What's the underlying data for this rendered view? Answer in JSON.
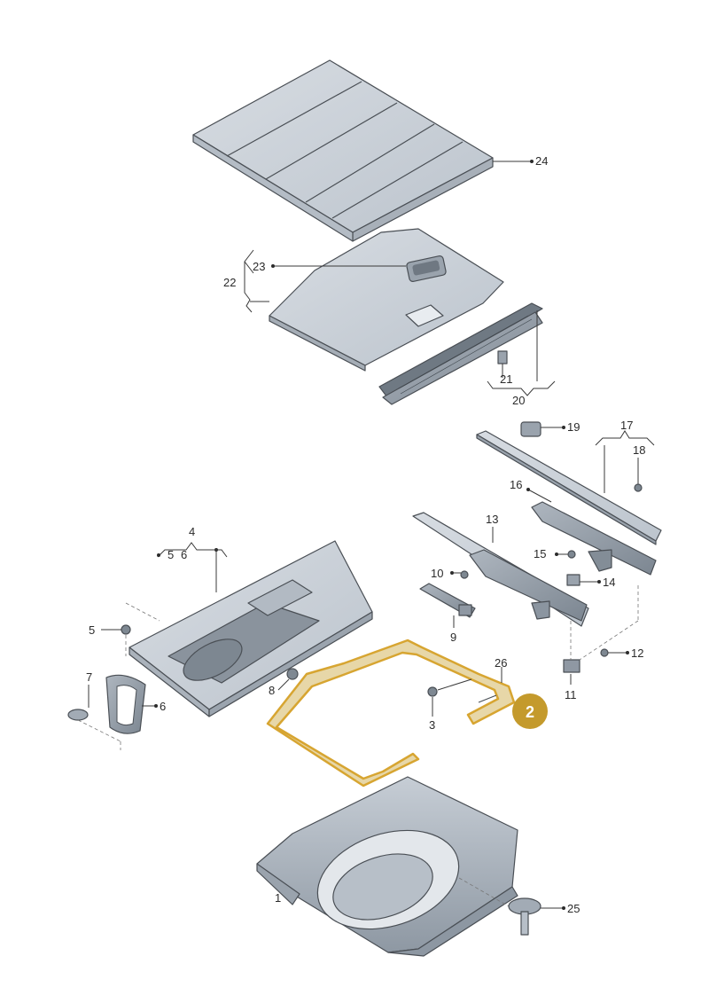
{
  "labels": {
    "p1": "1",
    "p2": "2",
    "p3": "3",
    "p4": "4",
    "p5": "5",
    "p6": "6",
    "p4_sub5": "5",
    "p4_sub6": "6",
    "p7": "7",
    "p8": "8",
    "p9": "9",
    "p10": "10",
    "p11": "11",
    "p12": "12",
    "p13": "13",
    "p14": "14",
    "p15": "15",
    "p16": "16",
    "p17": "17",
    "p18": "18",
    "p19": "19",
    "p20": "20",
    "p21": "21",
    "p22": "22",
    "p23": "23",
    "p24": "24",
    "p25": "25",
    "p26": "26"
  },
  "highlight": {
    "label": "2",
    "color": "#c49a2c",
    "part_outline_color": "#d7a531"
  },
  "colors": {
    "part_fill": "#c9d0d8",
    "part_dark": "#8f98a3",
    "part_light": "#dde2e7"
  }
}
